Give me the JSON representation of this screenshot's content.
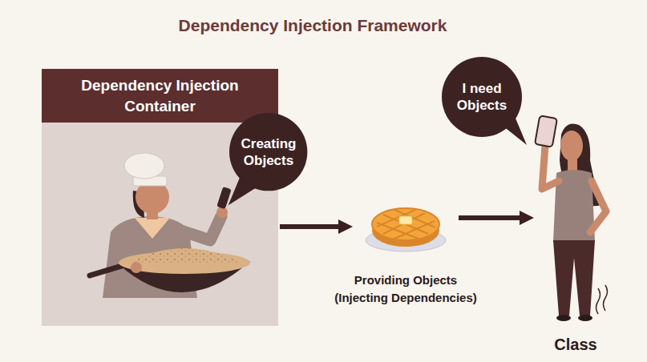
{
  "diagram": {
    "title": "Dependency Injection Framework",
    "nodes": [
      {
        "text": [
          "Dependency Injection Container"
        ]
      },
      {
        "text": [
          "Creating Objects"
        ]
      },
      {
        "text": [
          "Providing Objects",
          "(Injecting Dependencies)"
        ]
      },
      {
        "text": [
          "I need Objects"
        ]
      },
      {
        "text": [
          "Class"
        ]
      }
    ],
    "edges": [
      {
        "from": 0,
        "to": 2,
        "arrow": "to"
      },
      {
        "from": 2,
        "to": 4,
        "arrow": "to"
      }
    ]
  }
}
